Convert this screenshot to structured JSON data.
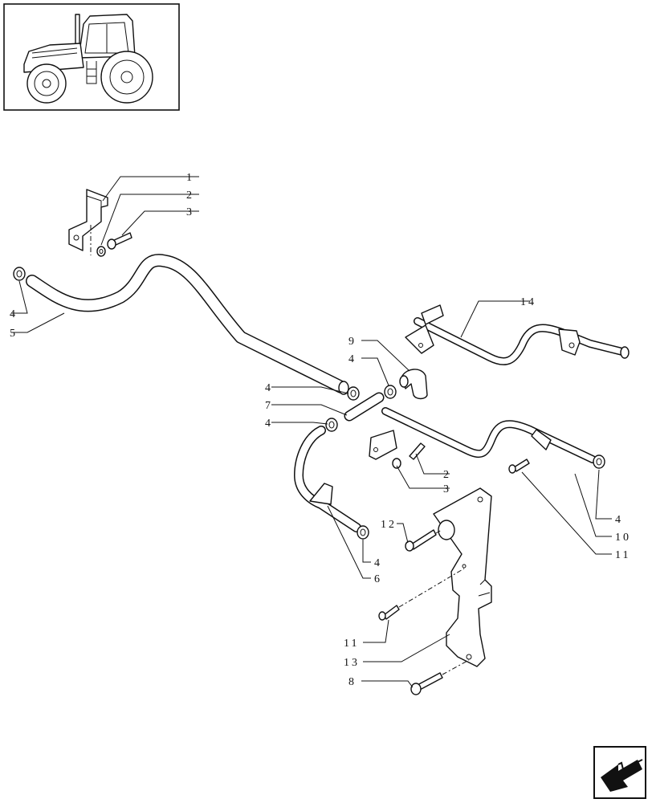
{
  "callouts": {
    "c1": "1",
    "c2a": "2",
    "c3a": "3",
    "c4a": "4",
    "c5": "5",
    "c14": "14",
    "c9": "9",
    "c4b": "4",
    "c4c": "4",
    "c7": "7",
    "c4d": "4",
    "c2b": "2",
    "c3b": "3",
    "c4e": "4",
    "c10": "10",
    "c11a": "11",
    "c12": "12",
    "c4f": "4",
    "c6": "6",
    "c11b": "11",
    "c13": "13",
    "c8": "8"
  },
  "icons": {
    "thumbnail": "tractor-thumbnail",
    "nav": "next-page-arrow-icon"
  }
}
